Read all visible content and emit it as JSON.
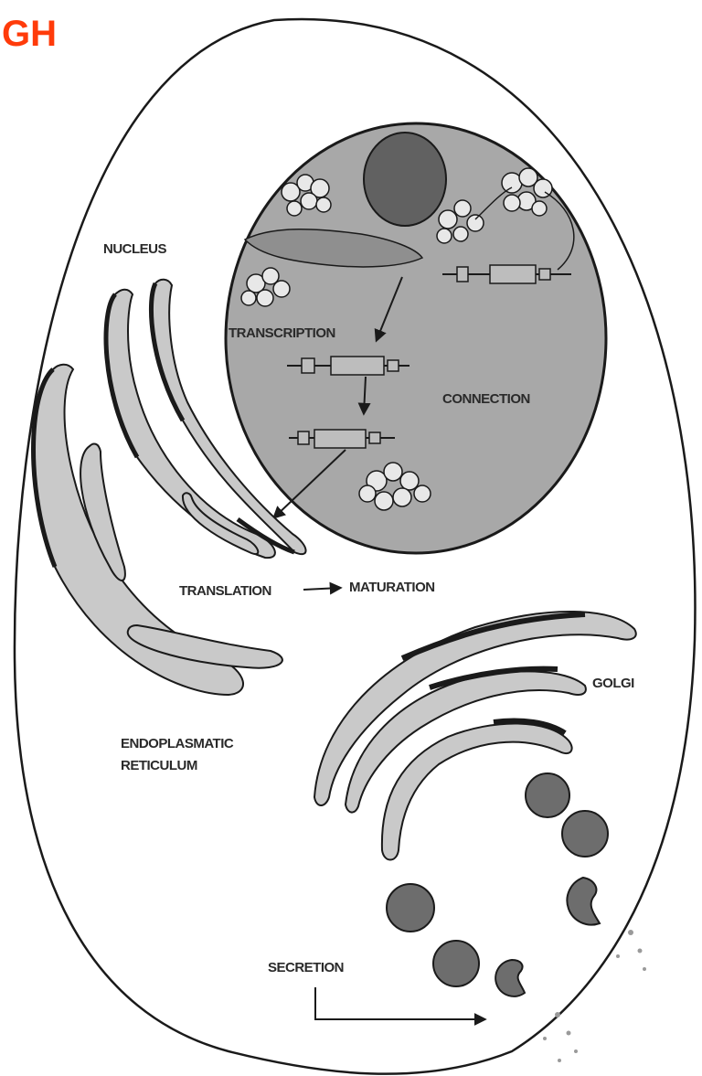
{
  "title": "GH",
  "labels": {
    "nucleus": "NUCLEUS",
    "transcription": "TRANSCRIPTION",
    "connection": "CONNECTION",
    "translation": "TRANSLATION",
    "maturation": "MATURATION",
    "golgi": "GOLGI",
    "er_line1": "ENDOPLASMATIC",
    "er_line2": "RETICULUM",
    "secretion": "SECRETION"
  },
  "colors": {
    "title": "#ff3b0a",
    "ink": "#1a1a1a",
    "membrane_fill": "#c9c9c9",
    "nucleus_fill": "#a8a8a8",
    "vesicle_fill": "#6d6d6d",
    "dna_fill": "#8f8f8f"
  }
}
